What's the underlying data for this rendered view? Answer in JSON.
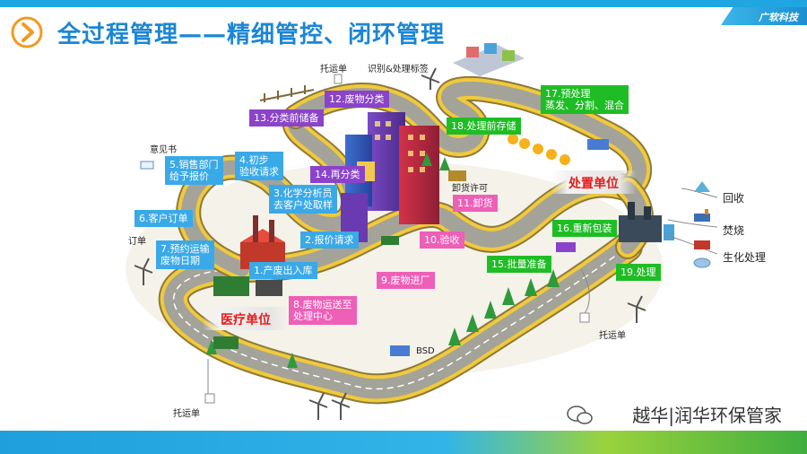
{
  "header": {
    "title": "全过程管理——精细管控、闭环管理",
    "brand": "广软科技"
  },
  "watermark": "越华|润华环保管家",
  "colors": {
    "top_bar": "#1fa6e0",
    "customer_step": "#3aa9e8",
    "collection_step": "#8a43c9",
    "transport_step": "#ee5fb7",
    "treatment_step": "#1fbd25",
    "unit_banner_text": "#e81a1a"
  },
  "units": {
    "medical": "医疗单位",
    "disposal": "处置单位"
  },
  "steps": [
    {
      "id": "1",
      "text": "1.产废出入库",
      "group": "customer"
    },
    {
      "id": "2",
      "text": "2.报价请求",
      "group": "customer"
    },
    {
      "id": "3",
      "line1": "3.化学分析员",
      "line2": "去客户处取样",
      "group": "customer"
    },
    {
      "id": "4",
      "line1": "4.初步",
      "line2": "验收请求",
      "group": "customer"
    },
    {
      "id": "5",
      "line1": "5.销售部门",
      "line2": "给予报价",
      "group": "customer"
    },
    {
      "id": "6",
      "text": "6.客户订单",
      "group": "customer"
    },
    {
      "id": "7",
      "line1": "7.预约运输",
      "line2": "废物日期",
      "group": "customer"
    },
    {
      "id": "8",
      "line1": "8.废物运送至",
      "line2": "处理中心",
      "group": "transport"
    },
    {
      "id": "9",
      "text": "9.废物进厂",
      "group": "transport"
    },
    {
      "id": "10",
      "text": "10.验收",
      "group": "transport"
    },
    {
      "id": "11",
      "text": "11.卸货",
      "group": "transport"
    },
    {
      "id": "12",
      "text": "12.废物分类",
      "group": "collection"
    },
    {
      "id": "13",
      "text": "13.分类前储备",
      "group": "collection"
    },
    {
      "id": "14",
      "text": "14.再分类",
      "group": "collection"
    },
    {
      "id": "15",
      "text": "15.批量准备",
      "group": "treatment"
    },
    {
      "id": "16",
      "text": "16.重新包装",
      "group": "treatment"
    },
    {
      "id": "17",
      "line1": "17.预处理",
      "line2": "蒸发、分割、混合",
      "group": "treatment"
    },
    {
      "id": "18",
      "text": "18.处理前存储",
      "group": "treatment"
    },
    {
      "id": "19",
      "text": "19.处理",
      "group": "treatment"
    }
  ],
  "documents": {
    "waybill_top": "托运单",
    "identify_label": "识别&处理标签",
    "opinion": "意见书",
    "order": "订单",
    "unload_permit": "卸货许可",
    "bsd": "BSD",
    "waybill_right": "托运单",
    "waybill_bottom": "托运单"
  },
  "outcomes": [
    {
      "text": "回收",
      "icon": "recycle-icon"
    },
    {
      "text": "焚烧",
      "icon": "incinerator-icon"
    },
    {
      "text": "生化处理",
      "icon": "biochemical-icon"
    }
  ]
}
